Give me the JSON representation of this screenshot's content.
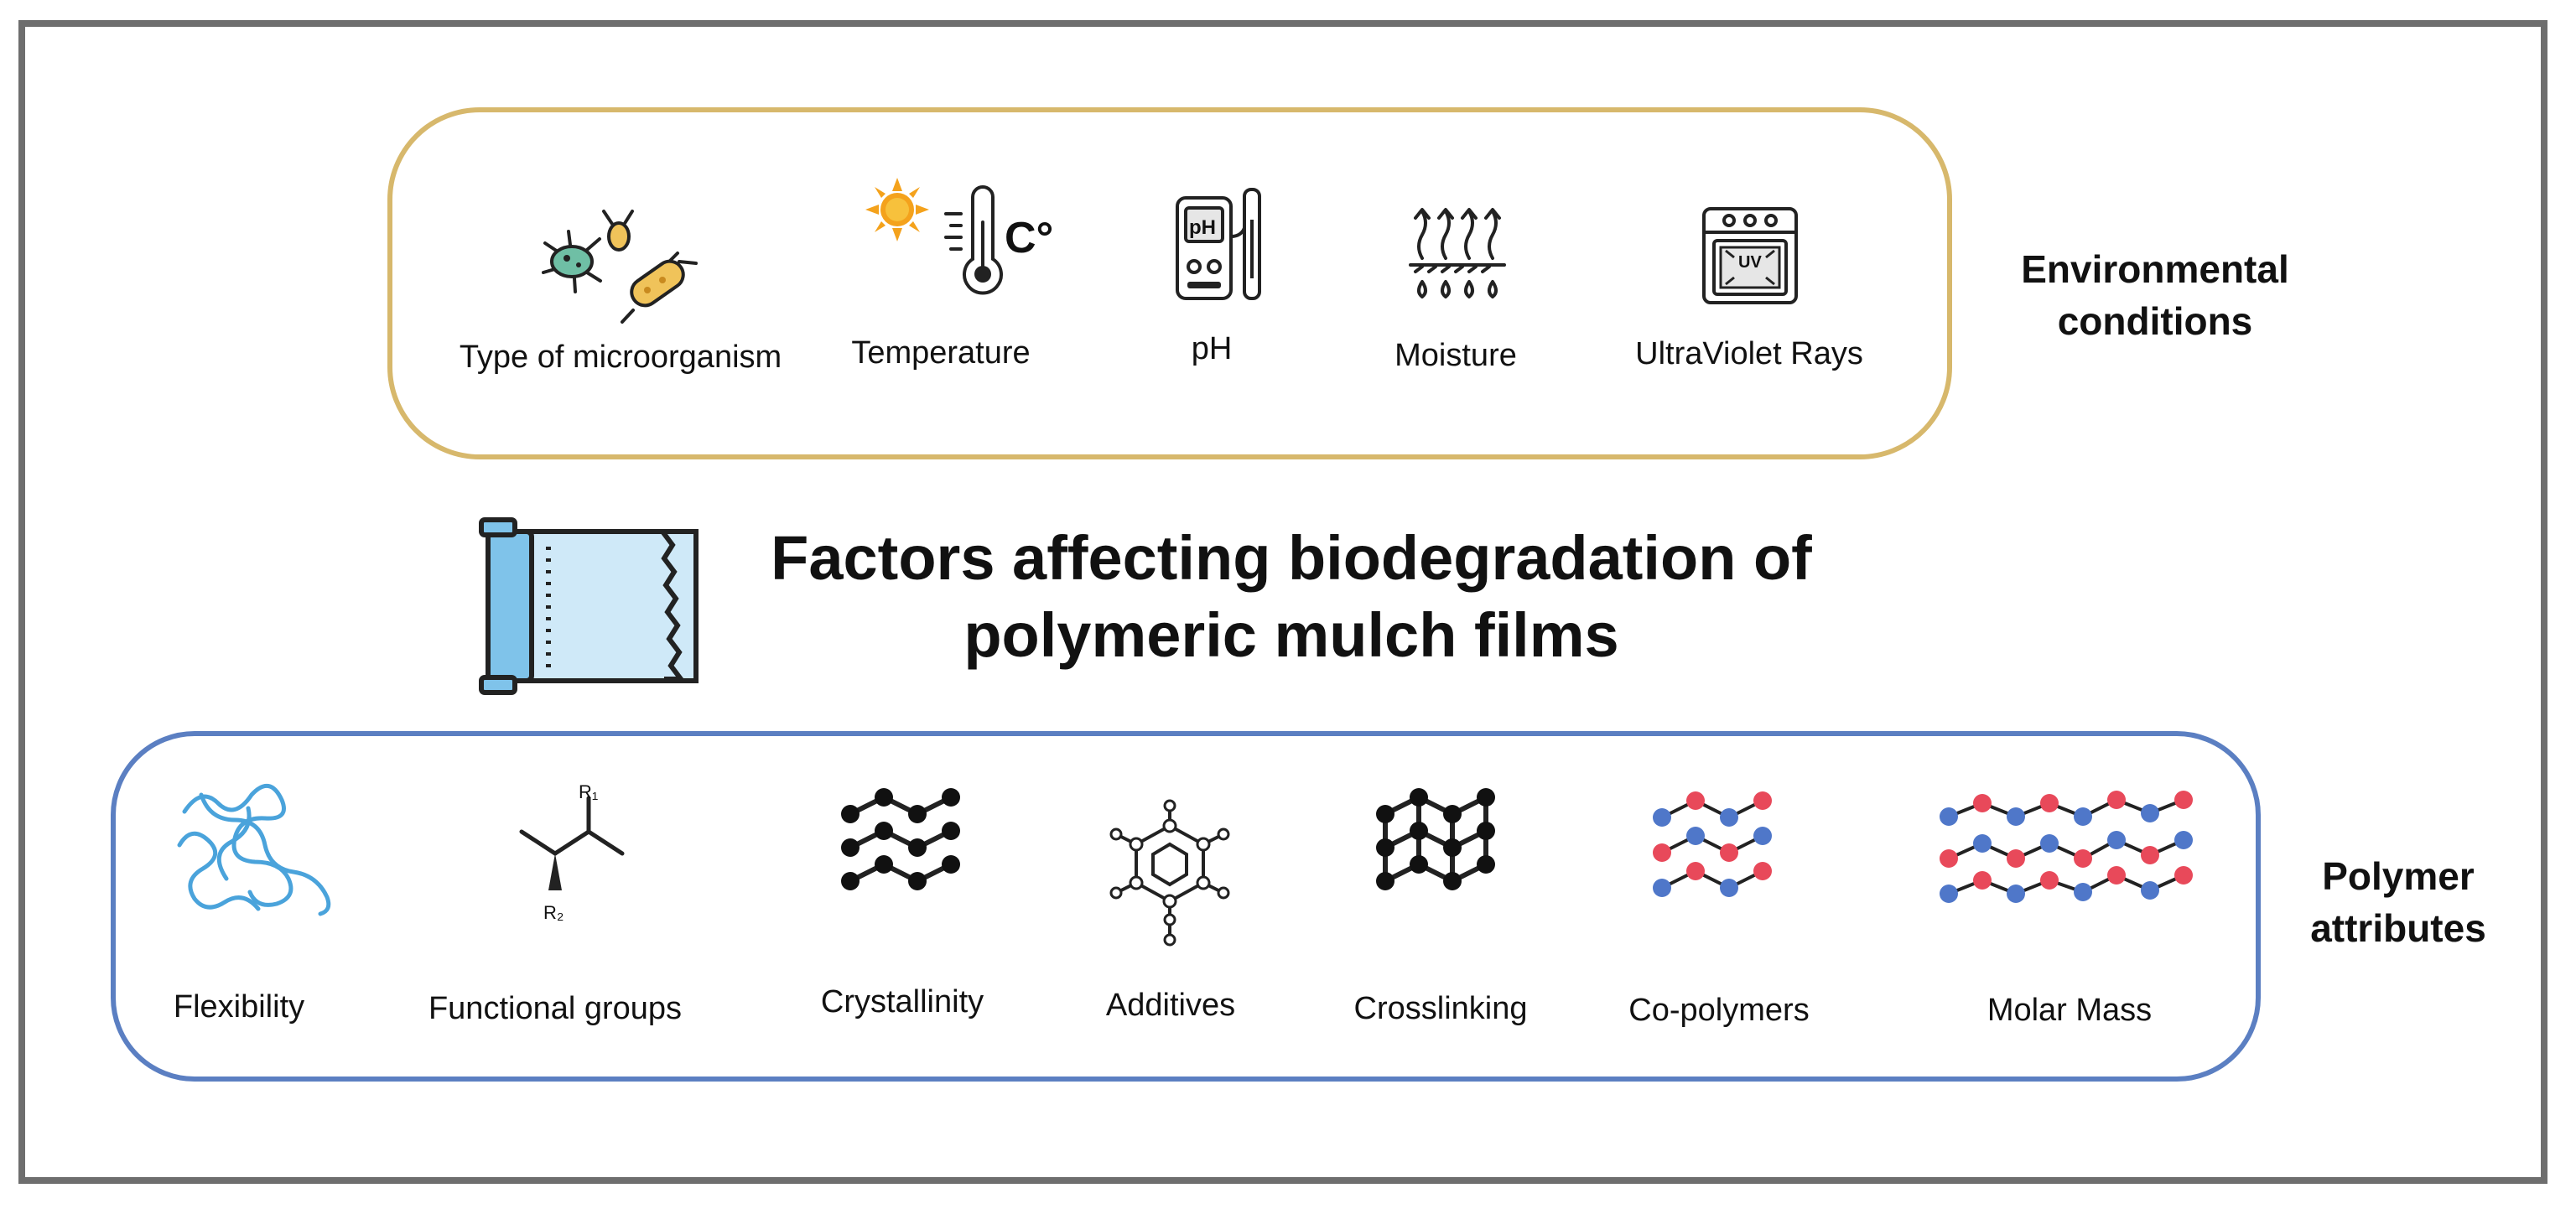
{
  "title": "Factors affecting biodegradation of polymeric mulch films",
  "environmental": {
    "heading": "Environmental conditions",
    "items": [
      {
        "label": "Type of microorganism",
        "icon": "microorganism-icon"
      },
      {
        "label": "Temperature",
        "icon": "thermometer-icon"
      },
      {
        "label": "pH",
        "icon": "ph-meter-icon"
      },
      {
        "label": "Moisture",
        "icon": "moisture-icon"
      },
      {
        "label": "UltraViolet Rays",
        "icon": "uv-lamp-icon"
      }
    ],
    "temperature_unit": "C°",
    "ph_display": "pH",
    "uv_display": "UV"
  },
  "polymer": {
    "heading": "Polymer attributes",
    "items": [
      {
        "label": "Flexibility",
        "icon": "polymer-coil-icon"
      },
      {
        "label": "Functional groups",
        "icon": "functional-group-icon"
      },
      {
        "label": "Crystallinity",
        "icon": "crystalline-chains-icon"
      },
      {
        "label": "Additives",
        "icon": "additive-molecule-icon"
      },
      {
        "label": "Crosslinking",
        "icon": "crosslinked-network-icon"
      },
      {
        "label": "Co-polymers",
        "icon": "copolymer-chains-icon"
      },
      {
        "label": "Molar Mass",
        "icon": "long-chains-icon"
      }
    ],
    "r1": "R₁",
    "r2": "R₂"
  },
  "colors": {
    "env_border": "#d7b86c",
    "poly_border": "#5b7fc2",
    "atom_red": "#e8495a",
    "atom_blue": "#4f77c9",
    "film_blue": "#7fc3ea"
  }
}
